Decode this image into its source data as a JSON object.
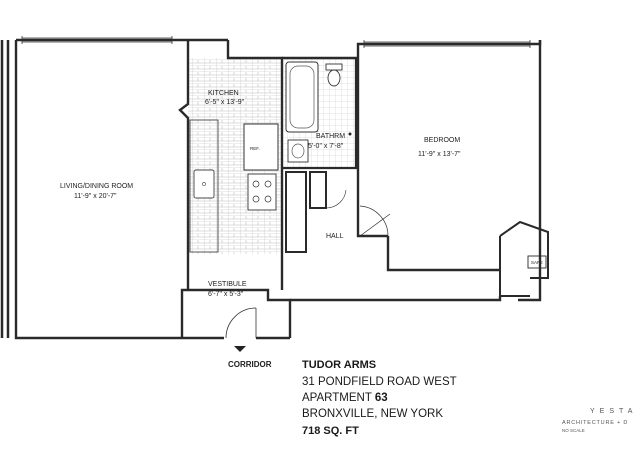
{
  "rooms": {
    "kitchen": {
      "name": "KITCHEN",
      "dims": "6'-5\" x 13'-9\""
    },
    "living": {
      "name": "LIVING/DINING ROOM",
      "dims": "11'-9\" x 20'-7\""
    },
    "bathroom": {
      "name": "BATHRM",
      "dims": "5'-0\" x 7'-8\""
    },
    "bedroom": {
      "name": "BEDROOM",
      "dims": "11'-9\" x 13'-7\""
    },
    "hall": {
      "name": "HALL"
    },
    "vestibule": {
      "name": "VESTIBULE",
      "dims": "6'-7\" x 5'-3\""
    },
    "corridor": {
      "name": "CORRIDOR"
    }
  },
  "fixtures": {
    "refrigerator": "REF.",
    "safe": "SAFE"
  },
  "listing": {
    "building": "TUDOR ARMS",
    "street": "31 PONDFIELD ROAD WEST",
    "apartment_label": "APARTMENT",
    "apartment_number": "63",
    "city": "BRONXVILLE, NEW YORK",
    "area": "718 SQ. FT"
  },
  "branding": {
    "firm": "YESTA",
    "tagline": "ARCHITECTURE + D",
    "scale_note": "NO SCALE"
  },
  "colors": {
    "wall": "#2a2a2a",
    "tile": "#c9c9c9",
    "line": "#444444"
  }
}
